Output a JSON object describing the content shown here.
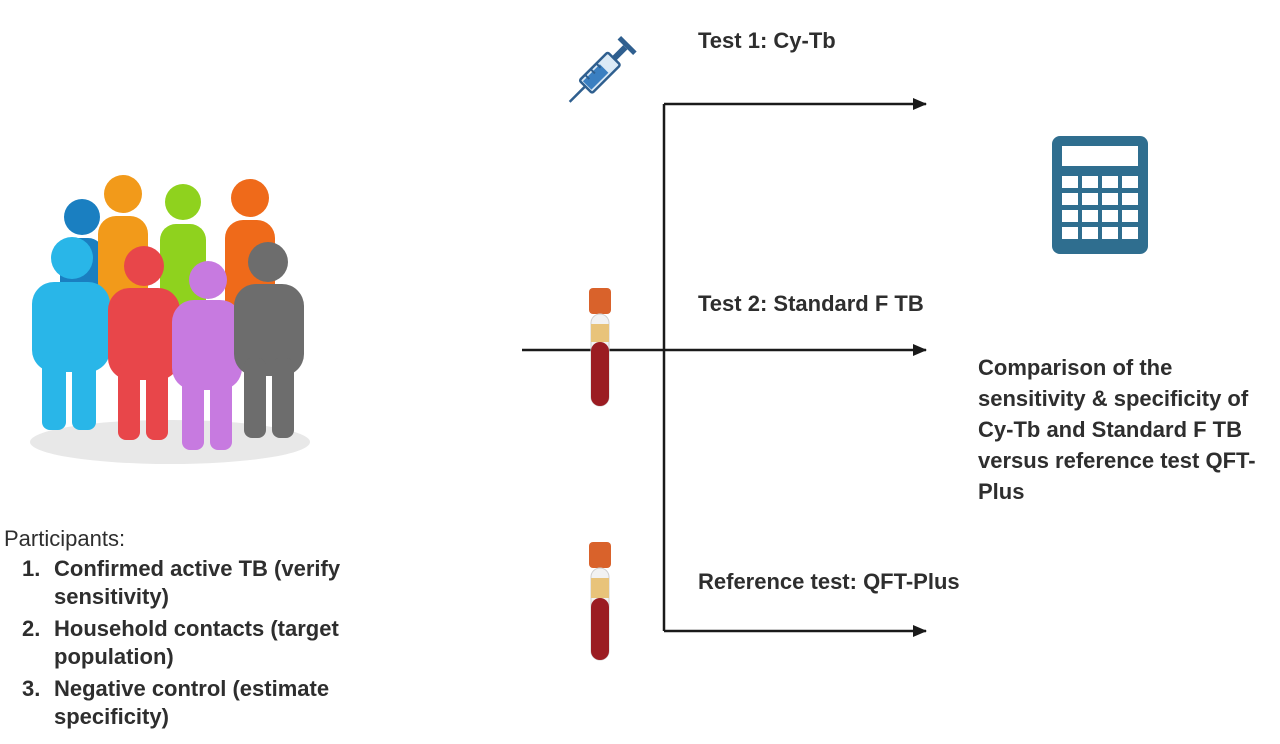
{
  "tests": {
    "test1_label": "Test 1: Cy-Tb",
    "test2_label": "Test 2: Standard F TB",
    "reference_label": "Reference test: QFT-Plus"
  },
  "comparison": {
    "text": "Comparison of the sensitivity & specificity of Cy-Tb and Standard F TB versus reference test QFT- Plus"
  },
  "participants": {
    "title": "Participants:",
    "items": [
      {
        "num": "1.",
        "text": "Confirmed active TB (verify sensitivity)"
      },
      {
        "num": "2.",
        "text": "Household contacts (target population)"
      },
      {
        "num": "3.",
        "text": "Negative control (estimate specificity)"
      }
    ]
  },
  "icons": {
    "people": "group-of-people-icon",
    "syringe": "syringe-icon",
    "blood_tube": "blood-tube-icon",
    "calculator": "calculator-icon"
  },
  "colors": {
    "arrow": "#1a1a1a",
    "calculator": "#2f6e8f",
    "syringe": "#3a7fc1",
    "tube_cap": "#d9622b",
    "tube_blood": "#9b1c22",
    "people": [
      "#1a7fc1",
      "#f29a1a",
      "#8fd21e",
      "#ef6a1a",
      "#29b6e8",
      "#e8464a",
      "#c77ae0",
      "#6d6d6d"
    ]
  }
}
